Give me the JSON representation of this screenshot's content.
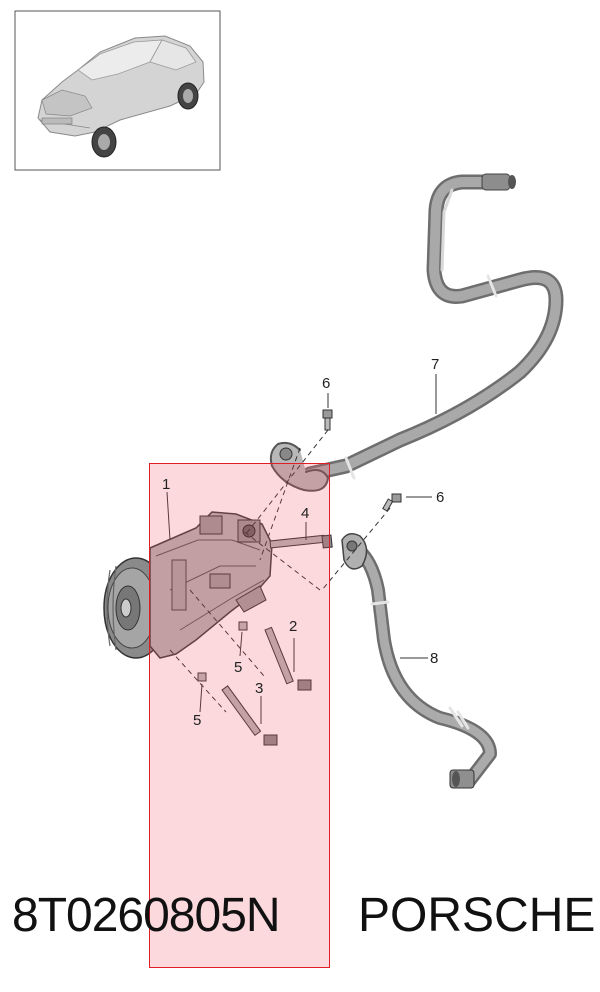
{
  "callouts": [
    {
      "id": "1",
      "text": "1"
    },
    {
      "id": "2",
      "text": "2"
    },
    {
      "id": "3",
      "text": "3"
    },
    {
      "id": "4",
      "text": "4"
    },
    {
      "id": "5a",
      "text": "5"
    },
    {
      "id": "5b",
      "text": "5"
    },
    {
      "id": "6a",
      "text": "6"
    },
    {
      "id": "6b",
      "text": "6"
    },
    {
      "id": "7",
      "text": "7"
    },
    {
      "id": "8",
      "text": "8"
    }
  ],
  "caption": {
    "part_number": "8T0260805N",
    "brand": "PORSCHE"
  },
  "colors": {
    "highlight_border": "#e11d2a",
    "highlight_fill": "#ec5064",
    "part_gray": "#9a9a9a",
    "line_dark": "#333333"
  },
  "icons": [
    "vehicle-thumbnail-icon",
    "ac-compressor-icon",
    "refrigerant-hose-icon"
  ]
}
